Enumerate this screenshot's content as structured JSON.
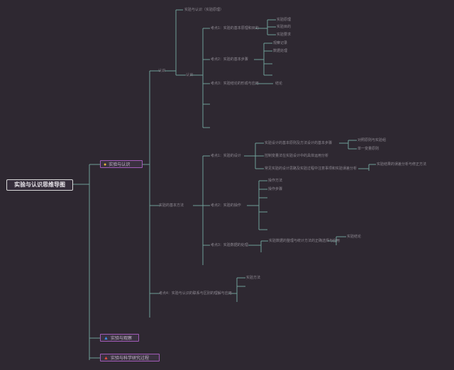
{
  "root": {
    "title": "实验与认识思维导图"
  },
  "branches": [
    {
      "label": "实验与认识",
      "icon": "lightbulb-icon"
    },
    {
      "label": "实验与观察",
      "icon": "flame-icon-blue"
    },
    {
      "label": "实验与科学研究过程",
      "icon": "flame-icon-red"
    }
  ],
  "level2": [
    "认识",
    "实验的基本方法",
    "考点4：实验与认识的联系与区别的理解与应用"
  ],
  "level3": [
    "实验与认识（实验原理）",
    "认识"
  ],
  "level4": [
    "考点1：实验的基本原理和目的",
    "考点2：实验的基本步骤",
    "考点3：实验结论的形成与应用",
    "考点1：实验的设计",
    "考点2：实验的操作",
    "考点3：实验数据的处理"
  ],
  "level5": [
    "实验原理",
    "实验目的",
    "实验要求",
    "观察记录",
    "数据处理",
    "结论",
    "实验设计的基本原则及方法设计的基本步骤",
    "控制变量法在实验设计中的具体运用分析",
    "常见实验的设计思路及实验过程中注意事项和实验误差分析",
    "操作方法",
    "操作步骤",
    "实验数据的整理与统计方法的正确选择与应用",
    "实验结论",
    "实验方法"
  ],
  "level6": [
    "对照原则与实验组",
    "单一变量原则",
    "实验结果的误差分析与修正方法"
  ],
  "colors": {
    "line": "#6f9e97",
    "branch_border": "#a25bb8",
    "root_border": "#d8d8d8"
  }
}
